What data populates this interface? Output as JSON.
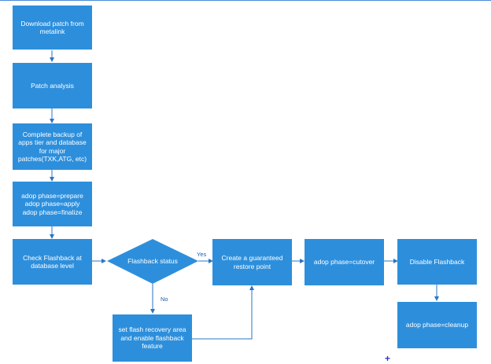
{
  "nodes": {
    "download": "Download patch from metalink",
    "analysis": "Patch analysis",
    "backup": "Complete backup of apps tier and database for major patches(TXK,ATG, etc)",
    "adop": "adop phase=prepare\nadop phase=apply\nadop phase=finalize",
    "check": "Check Flashback at database level",
    "decision": "Flashback status",
    "restore": "Create a guaranteed restore point",
    "cutover": "adop phase=cutover",
    "disable": "Disable Flashback",
    "cleanup": "adop phase=cleanup",
    "enable": "set flash recovery area and enable flashback feature"
  },
  "edge_labels": {
    "yes": "Yes",
    "no": "No"
  },
  "colors": {
    "box": "#2d8fdc",
    "edge": "#2a75c7"
  }
}
